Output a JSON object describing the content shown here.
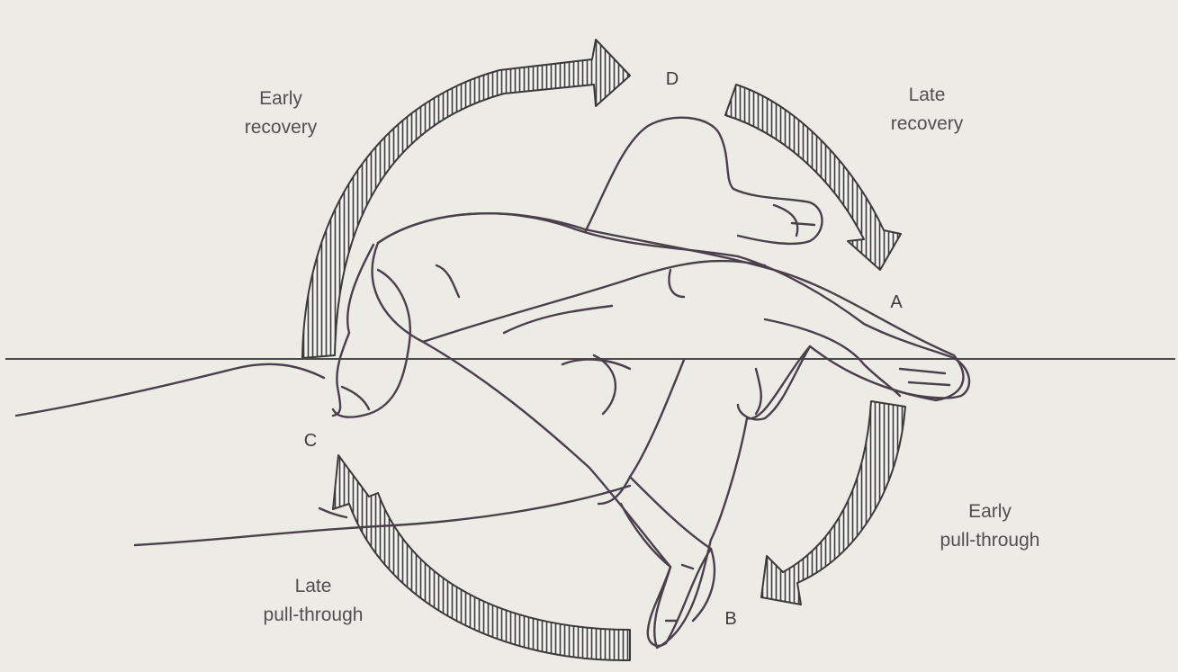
{
  "phases": {
    "early_recovery": [
      "Early",
      "recovery"
    ],
    "late_recovery": [
      "Late",
      "recovery"
    ],
    "early_pull_through": [
      "Early",
      "pull-through"
    ],
    "late_pull_through": [
      "Late",
      "pull-through"
    ]
  },
  "positions": {
    "a": "A",
    "b": "B",
    "c": "C",
    "d": "D"
  },
  "colors": {
    "background": "#ecebe6",
    "line": "#4c3f4c",
    "text": "#505050"
  }
}
